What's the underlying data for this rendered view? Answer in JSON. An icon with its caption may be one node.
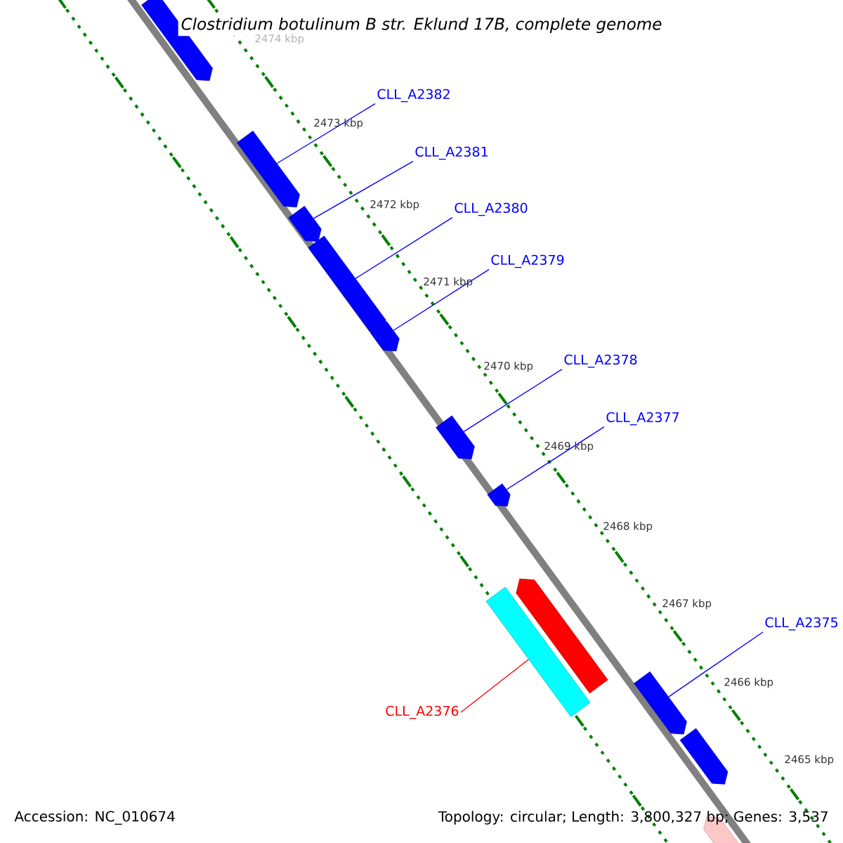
{
  "diagram": {
    "title": "Clostridium botulinum B str. Eklund 17B, complete genome",
    "nodes": [
      {
        "text": [],
        "shape": "arrow"
      },
      {
        "text": [],
        "shape": "arrow"
      },
      {
        "text": [],
        "shape": "arrow"
      },
      {
        "text": [],
        "shape": "arrow"
      },
      {
        "text": [],
        "shape": "arrow"
      },
      {
        "text": [],
        "shape": "arrow"
      },
      {
        "text": [],
        "shape": "arrow"
      },
      {
        "text": [],
        "shape": "arrow"
      },
      {
        "text": [],
        "shape": "bar"
      },
      {
        "text": [],
        "shape": "arrow"
      },
      {
        "text": [],
        "shape": "arrow"
      },
      {
        "text": [],
        "shape": "arrow"
      },
      {
        "text": [
          "CLL_A2382"
        ]
      },
      {
        "text": [
          "CLL_A2381"
        ]
      },
      {
        "text": [
          "CLL_A2380"
        ]
      },
      {
        "text": [
          "CLL_A2379"
        ]
      },
      {
        "text": [
          "CLL_A2378"
        ]
      },
      {
        "text": [
          "CLL_A2377"
        ]
      },
      {
        "text": [
          "CLL_A2375"
        ]
      },
      {
        "text": [
          "CLL_A2376"
        ]
      }
    ],
    "edges": [
      {
        "from": 12,
        "to": 1,
        "arrow": "none"
      },
      {
        "from": 13,
        "to": 2,
        "arrow": "none"
      },
      {
        "from": 14,
        "to": 3,
        "arrow": "none"
      },
      {
        "from": 15,
        "to": 4,
        "arrow": "none"
      },
      {
        "from": 16,
        "to": 5,
        "arrow": "none"
      },
      {
        "from": 17,
        "to": 6,
        "arrow": "none"
      },
      {
        "from": 18,
        "to": 9,
        "arrow": "none"
      },
      {
        "from": 19,
        "to": 8,
        "arrow": "none",
        "color": "#ff0000"
      }
    ],
    "labels": [
      "2474 kbp",
      "2473 kbp",
      "2472 kbp",
      "2471 kbp",
      "2470 kbp",
      "2469 kbp",
      "2468 kbp",
      "2467 kbp",
      "2466 kbp",
      "2465 kbp",
      "Accession: NC_010674",
      "Topology: circular; Length: 3,800,327 bp; Genes: 3,537"
    ]
  }
}
